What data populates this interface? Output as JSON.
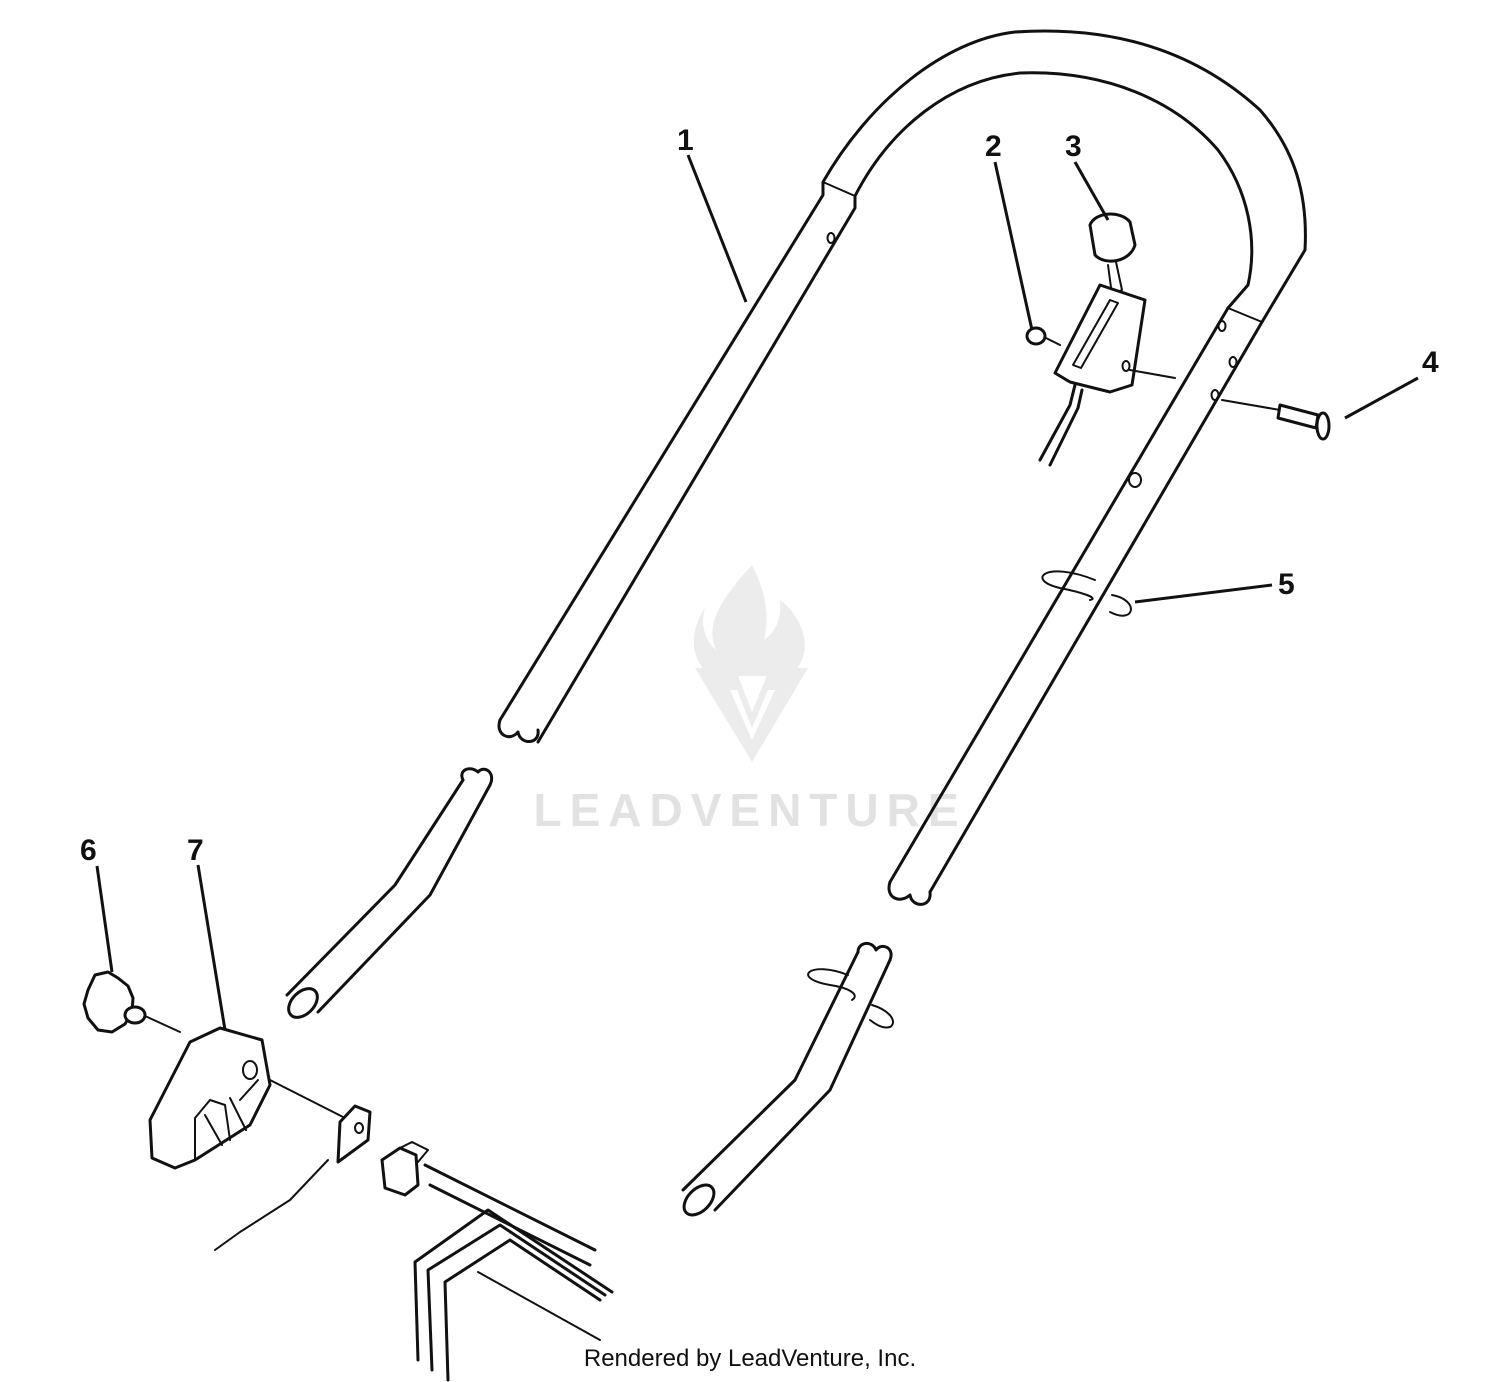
{
  "watermark": {
    "text": "LEADVENTURE"
  },
  "callouts": [
    {
      "id": "1",
      "label": "1"
    },
    {
      "id": "2",
      "label": "2"
    },
    {
      "id": "3",
      "label": "3"
    },
    {
      "id": "4",
      "label": "4"
    },
    {
      "id": "5",
      "label": "5"
    },
    {
      "id": "6",
      "label": "6"
    },
    {
      "id": "7",
      "label": "7"
    }
  ],
  "footer": {
    "text": "Rendered by LeadVenture, Inc."
  }
}
